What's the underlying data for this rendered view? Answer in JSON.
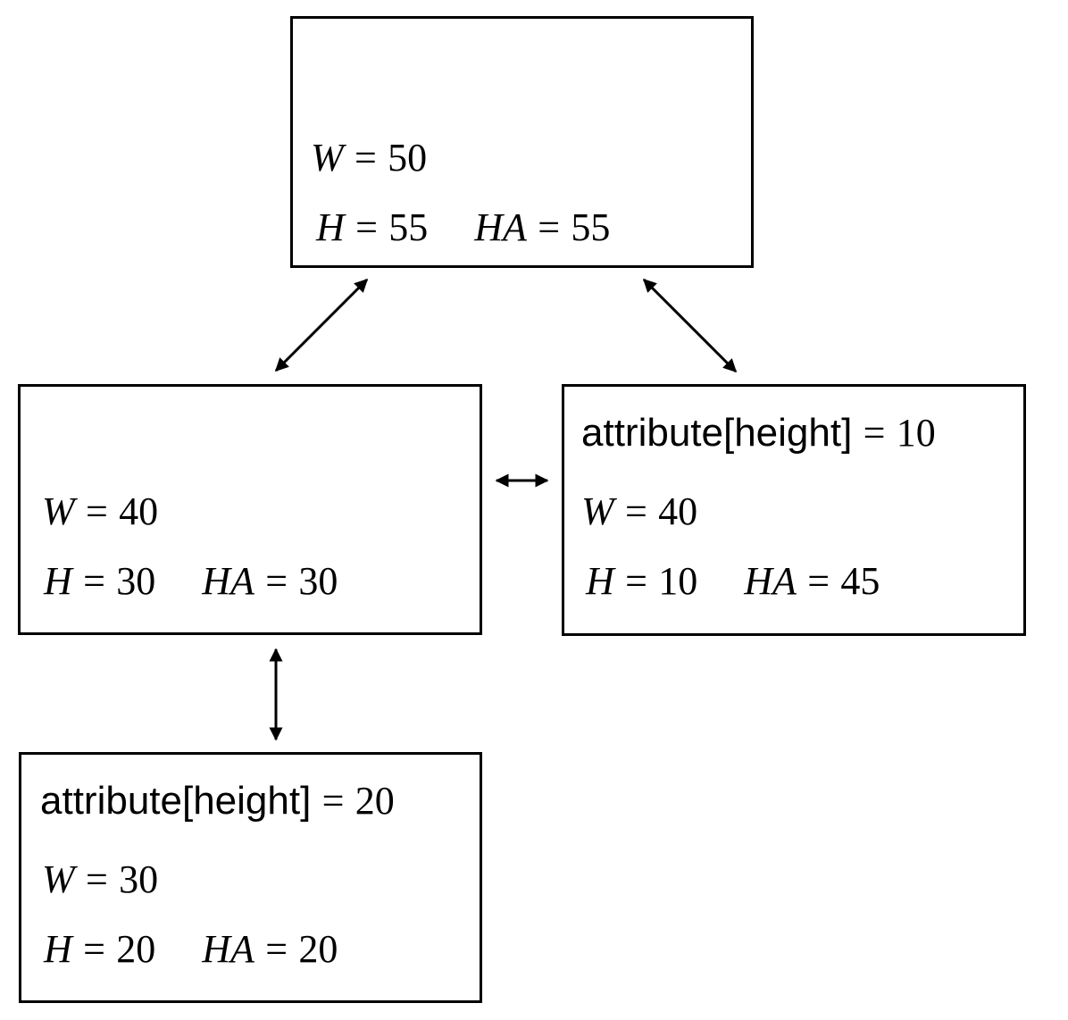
{
  "nodes": {
    "root": {
      "w_var": "W",
      "w_val": "50",
      "h_var": "H",
      "h_val": "55",
      "ha_var": "HA",
      "ha_val": "55"
    },
    "left": {
      "w_var": "W",
      "w_val": "40",
      "h_var": "H",
      "h_val": "30",
      "ha_var": "HA",
      "ha_val": "30"
    },
    "right": {
      "attr_label": "attribute[height]",
      "attr_val": "10",
      "w_var": "W",
      "w_val": "40",
      "h_var": "H",
      "h_val": "10",
      "ha_var": "HA",
      "ha_val": "45"
    },
    "bottom": {
      "attr_label": "attribute[height]",
      "attr_val": "20",
      "w_var": "W",
      "w_val": "30",
      "h_var": "H",
      "h_val": "20",
      "ha_var": "HA",
      "ha_val": "20"
    }
  },
  "symbols": {
    "equals": "="
  }
}
